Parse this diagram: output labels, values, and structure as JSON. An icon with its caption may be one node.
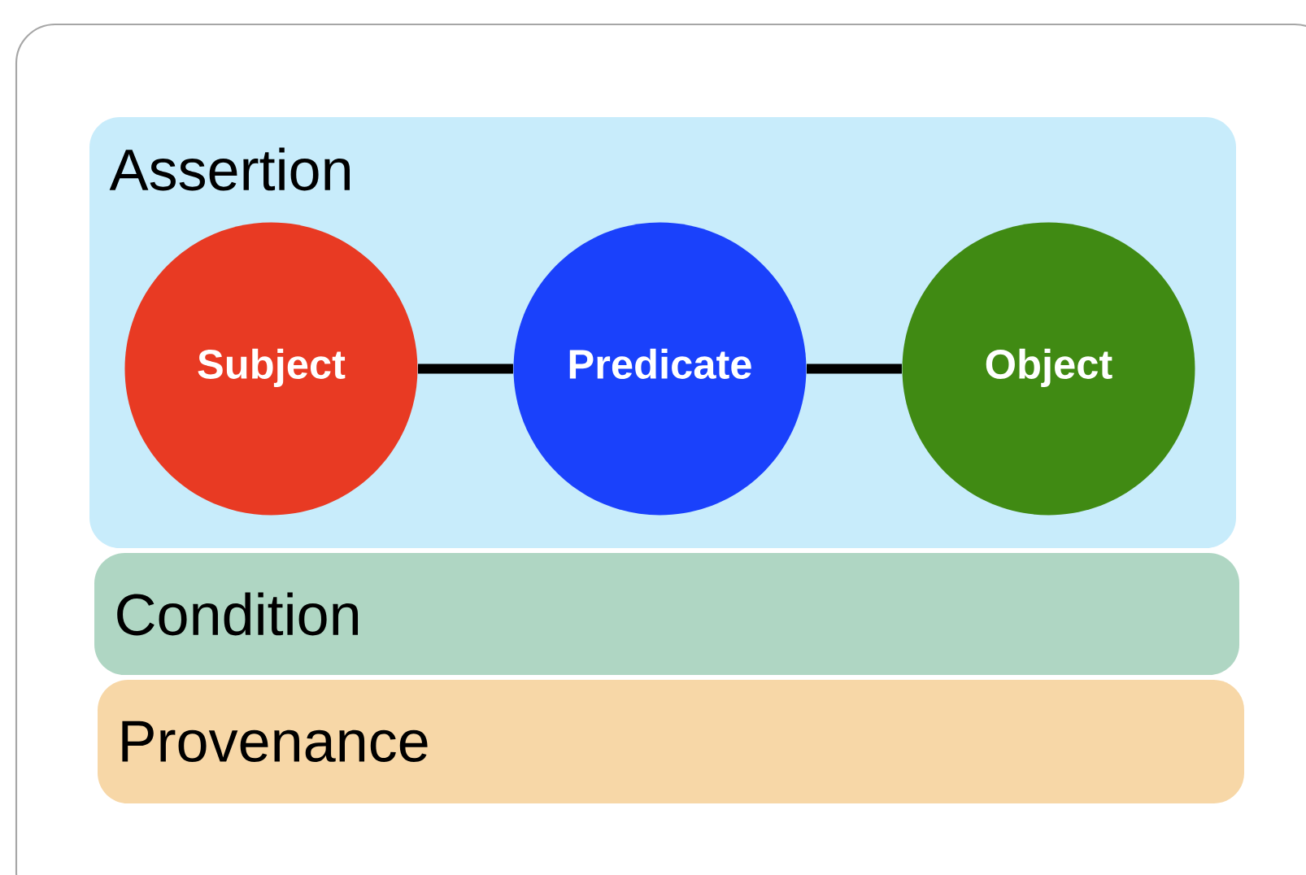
{
  "diagram": {
    "nodes": [
      {
        "text": [
          "Assertion"
        ]
      },
      {
        "text": [
          "Subject"
        ],
        "in": 0
      },
      {
        "text": [
          "Predicate"
        ],
        "in": 0
      },
      {
        "text": [
          "Object"
        ],
        "in": 0
      },
      {
        "text": [
          "Condition"
        ]
      },
      {
        "text": [
          "Provenance"
        ]
      }
    ],
    "edges": [
      {
        "from": 1,
        "to": 2,
        "arrow": "none"
      },
      {
        "from": 2,
        "to": 3,
        "arrow": "none"
      }
    ]
  }
}
